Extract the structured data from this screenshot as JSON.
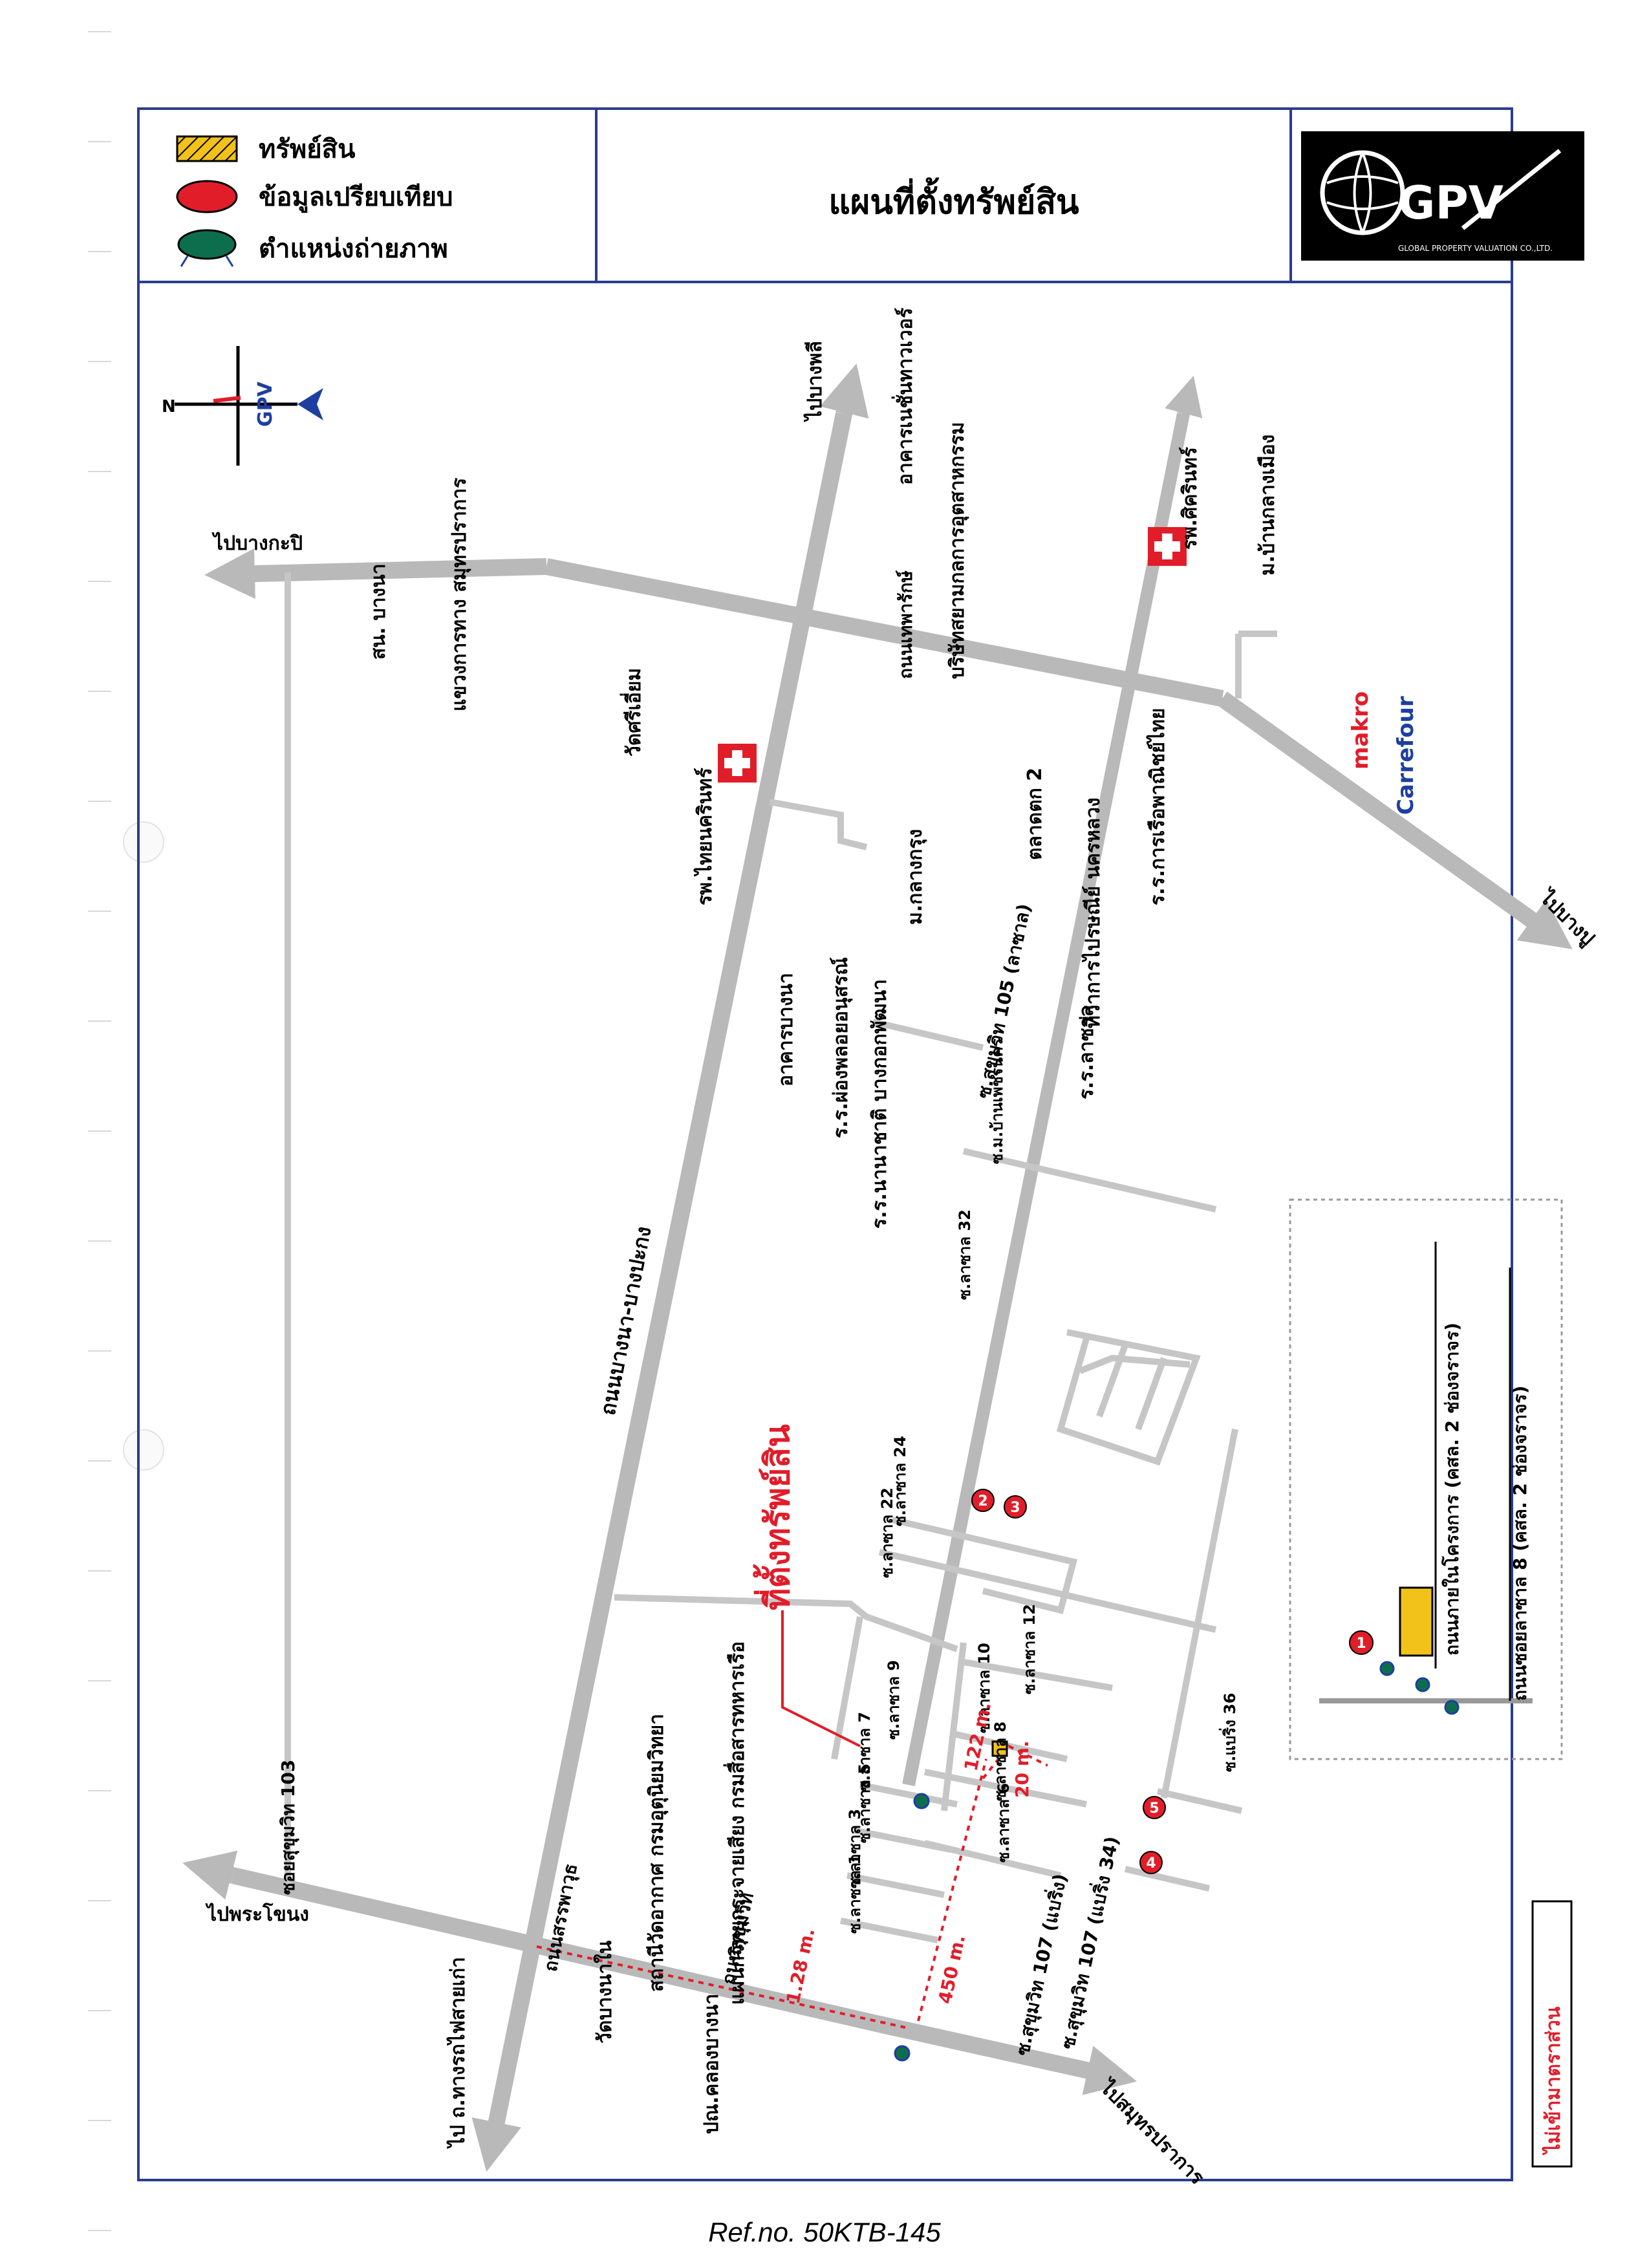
{
  "header": {
    "title": "แผนที่ตั้งทรัพย์สิน",
    "legend": [
      {
        "label": "ทรัพย์สิน",
        "swatch": "hatched-yellow"
      },
      {
        "label": "ข้อมูลเปรียบเทียบ",
        "swatch": "red-ellipse"
      },
      {
        "label": "ตำแหน่งถ่ายภาพ",
        "swatch": "green-ellipse-arrows"
      }
    ],
    "logo": {
      "letters": "GPV",
      "caption": "GLOBAL PROPERTY VALUATION CO.,LTD."
    }
  },
  "compass": {
    "letter": "N",
    "text": "GPV"
  },
  "map": {
    "subject_label": "ที่ตั้งทรัพย์สิน",
    "roads": [
      "ถนนบางนา-บางปะกง",
      "ถนนสรรพาวุธ",
      "ถนนสุขุมวิท",
      "ถนนเทพารักษ์",
      "ซ.สุขุมวิท 105 (ลาซาล)",
      "ซอยสุขุมวิท 103",
      "ซ.สุขุมวิท 107 (แบริ่ง)",
      "ซ.สุขุมวิท 107 (แบริ่ง 34)",
      "ซ.ลาซาล 1",
      "ซ.ลาซาล 3",
      "ซ.ลาซาล 5",
      "ซ.ลาซาล 6",
      "ซ.ลาซาล 7",
      "ซ.ลาซาล 8",
      "ซ.ลาซาล 9",
      "ซ.ลาซาล 10",
      "ซ.ลาซาล 12",
      "ซ.ลาซาล 22",
      "ซ.ลาซาล 24",
      "ซ.ลาซาล 32",
      "ซ.แบริ่ง 36",
      "ซ.ม.บ้านเพชรนคร"
    ],
    "directions": [
      "ไปบางพลี",
      "ไปบางกะปิ",
      "ไปพระโขนง",
      "ไปบางปู",
      "ไปสมุทรปราการ",
      "ไป ถ.ทางรถไฟสายเก่า"
    ],
    "landmarks": [
      "สน. บางนา",
      "แขวงการทาง สมุทรปราการ",
      "วัดศรีเอี่ยม",
      "รพ.ไทยนครินทร์",
      "อาคารบางนา",
      "ม.กลางกรุง",
      "ร.ร.ผ่องพลอยอนุสรณ์",
      "ร.ร.นานาชาติ บางกอกพัฒนา",
      "อาคารเนชั่นทาวเวอร์",
      "บริษัทสยามกลการอุตสาหกรรม",
      "ตลาดตก 2",
      "ที่ว่าการไปรษณีย์ นครหลวง",
      "ร.ร.ลาซาล",
      "ร.ร.การเรือพาณิชย์ไทย",
      "รพ.ศิครินทร์",
      "ม.บ้านกลางเมือง",
      "makro",
      "Carrefour",
      "สถานีวัดอากาศ กรมอุตุนิยมวิทยา",
      "แผนกวิทยุกระจายเสียง กรมสื่อสารทหารเรือ",
      "วัดบางนาใน",
      "ปณ.คลองบางนา"
    ],
    "distances": [
      "450 m.",
      "1.28 m.",
      "122 m.",
      "20 m."
    ],
    "markers": [
      "1",
      "2",
      "3",
      "4",
      "5"
    ],
    "inset": {
      "road_project": "ถนนภายในโครงการ (คสล. 2 ช่องจราจร)",
      "road_soi": "ถนนซอยลาซาล 8 (คสล. 2 ช่องจราจร)"
    },
    "not_to_scale": "ไม่เข้ามาตราส่วน"
  },
  "footer": {
    "ref": "Ref.no. 50KTB-145"
  },
  "colors": {
    "frame": "#2b3c8f",
    "road": "#b9b9b9",
    "red": "#e11d2a",
    "green": "#0d6e4e"
  }
}
